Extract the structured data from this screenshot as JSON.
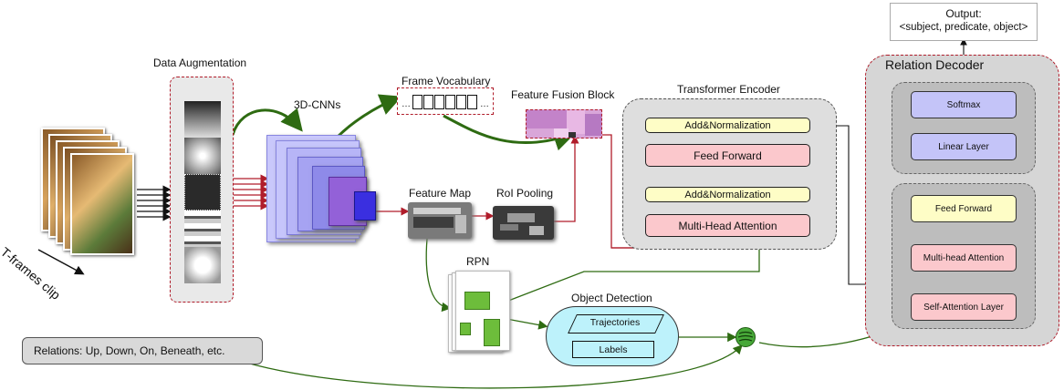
{
  "output": {
    "title": "Output:",
    "triplet": "<subject, predicate, object>"
  },
  "labels": {
    "data_augmentation": "Data Augmentation",
    "cnn3d": "3D-CNNs",
    "frame_vocabulary": "Frame Vocabulary",
    "feature_fusion": "Feature Fusion Block",
    "transformer_encoder": "Transformer Encoder",
    "relation_decoder": "Relation Decoder",
    "feature_map": "Feature Map",
    "roi_pooling": "RoI Pooling",
    "rpn": "RPN",
    "object_detection": "Object Detection",
    "clip": "T-frames clip"
  },
  "encoder": {
    "add_norm_top": "Add&Normalization",
    "feed_forward": "Feed Forward",
    "add_norm_bottom": "Add&Normalization",
    "mha": "Multi-Head Attention"
  },
  "decoder": {
    "softmax": "Softmax",
    "linear": "Linear Layer",
    "feed_forward": "Feed Forward",
    "mha": "Multi-head Attention",
    "self_attention": "Self-Attention Layer"
  },
  "detection": {
    "trajectories": "Trajectories",
    "labels": "Labels"
  },
  "relations": "Relations: Up, Down, On, Beneath, etc.",
  "colors": {
    "green_arrow": "#2e6b12",
    "red_arrow": "#b01c2a",
    "softmax_fill": "#c4c4f8",
    "yellow_fill": "#fefdc6",
    "pink_fill": "#fbc8cc",
    "cyan_fill": "#bdf2fb"
  }
}
